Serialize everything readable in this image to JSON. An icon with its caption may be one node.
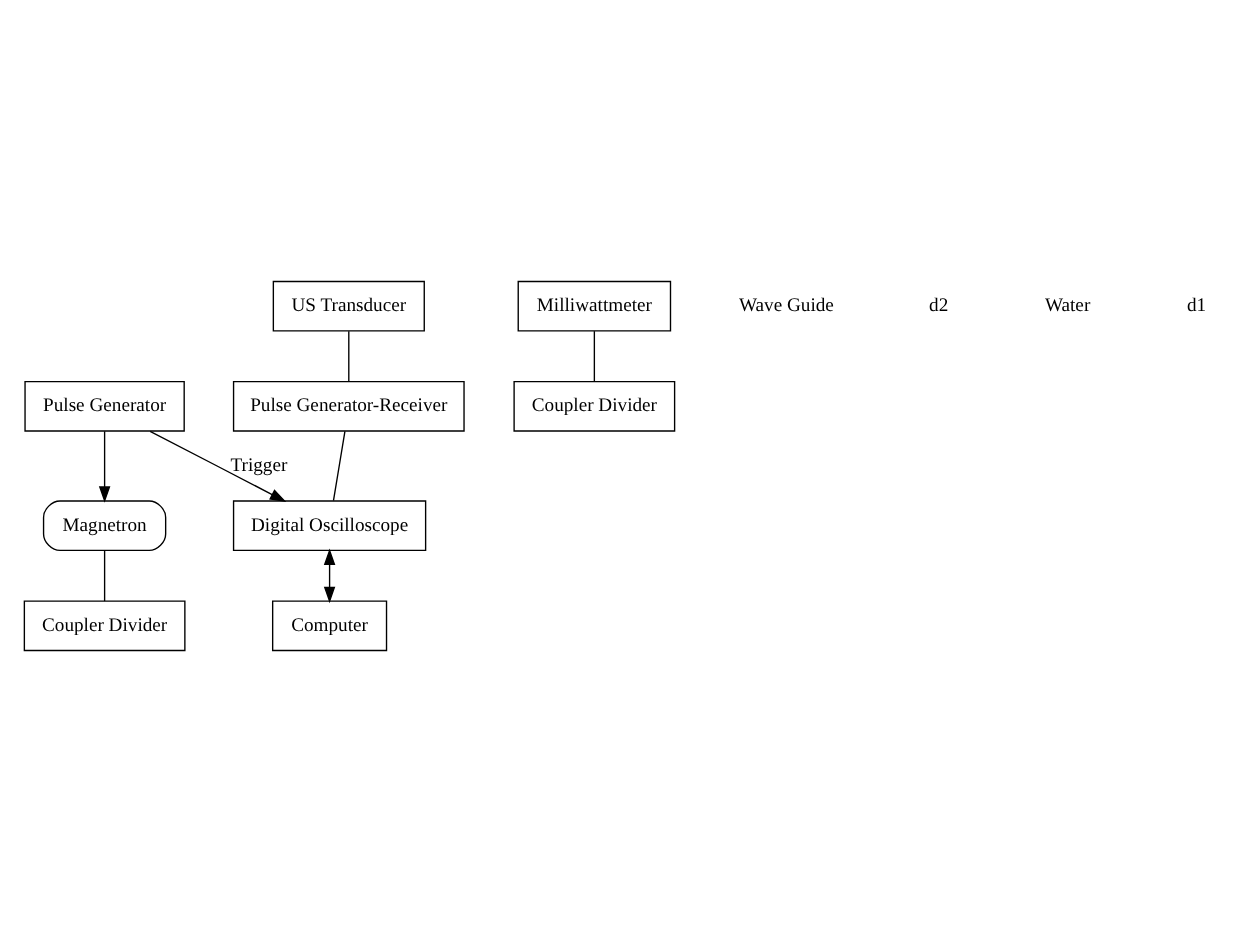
{
  "diagram": {
    "nodes": [
      {
        "text": [
          "Magnetron"
        ]
      },
      {
        "text": [
          "Coupler Divider"
        ]
      },
      {
        "text": [
          "Pulse Generator"
        ]
      },
      {
        "text": [
          "Milliwattmeter"
        ]
      },
      {
        "text": [
          "Coupler Divider"
        ]
      },
      {
        "text": [
          "Pulse Generator-Receiver"
        ]
      },
      {
        "text": [
          "Digital Oscilloscope"
        ]
      },
      {
        "text": [
          "Computer"
        ]
      },
      {
        "text": [
          "US Transducer"
        ]
      }
    ],
    "edges": [
      {
        "from": 2,
        "to": 0,
        "arrow": "to"
      },
      {
        "from": 0,
        "to": 1,
        "arrow": "none"
      },
      {
        "from": 3,
        "to": 4,
        "arrow": "none"
      },
      {
        "from": 2,
        "to": 6,
        "arrow": "to",
        "label": "Trigger"
      },
      {
        "from": 5,
        "to": 6,
        "arrow": "none"
      },
      {
        "from": 6,
        "to": 7,
        "arrow": "both"
      },
      {
        "from": 8,
        "to": 5,
        "arrow": "none"
      }
    ],
    "labels": [
      "Wave Guide",
      "d2",
      "Water",
      "d1"
    ]
  }
}
